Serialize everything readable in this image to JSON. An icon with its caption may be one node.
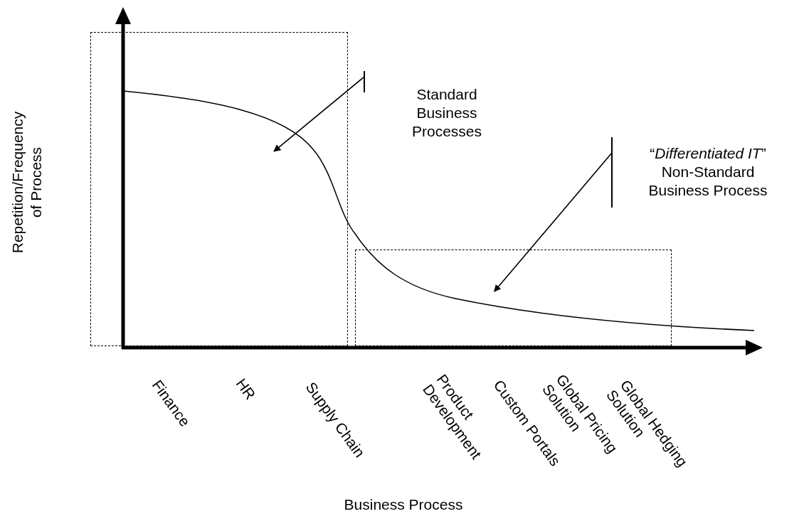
{
  "diagram": {
    "nodes": [
      {
        "text": [],
        "shape": "box"
      },
      {
        "text": [],
        "shape": "box"
      },
      {
        "text": [
          "Standard Business Processes"
        ]
      },
      {
        "text": [
          "“*Differentiated IT*” Non-Standard Business Process"
        ]
      }
    ],
    "edges": [
      {
        "from": 2,
        "to": 0,
        "arrow": "to"
      },
      {
        "from": 3,
        "to": 1,
        "arrow": "to"
      }
    ],
    "labels": [
      "Repetition/Frequency of Process",
      "Finance",
      "HR",
      "Supply Chain",
      "Product Development",
      "Custom Portals",
      "Global Pricing Solution",
      "Global Hedging Solution",
      "Business Process"
    ]
  }
}
